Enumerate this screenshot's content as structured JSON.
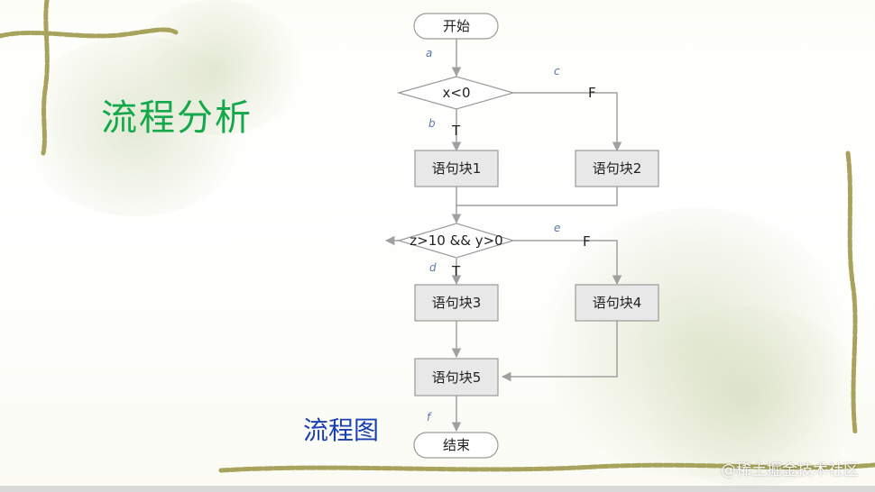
{
  "slide": {
    "title": "流程分析",
    "caption": "流程图",
    "watermark": "@稀土掘金技术社区"
  },
  "flowchart": {
    "start": "开始",
    "end": "结束",
    "decision1": "x<0",
    "decision2": "z>10 && y>0",
    "block1": "语句块1",
    "block2": "语句块2",
    "block3": "语句块3",
    "block4": "语句块4",
    "block5": "语句块5",
    "true_label": "T",
    "false_label": "F",
    "edge_a": "a",
    "edge_b": "b",
    "edge_c": "c",
    "edge_d": "d",
    "edge_e": "e",
    "edge_f": "f"
  },
  "colors": {
    "title": "#13a84a",
    "caption": "#1a3fb0",
    "box_fill": "#e8e8e8",
    "box_stroke": "#9a9a9a",
    "arrow": "#a0a0a0",
    "vine": "#a8a35c"
  }
}
